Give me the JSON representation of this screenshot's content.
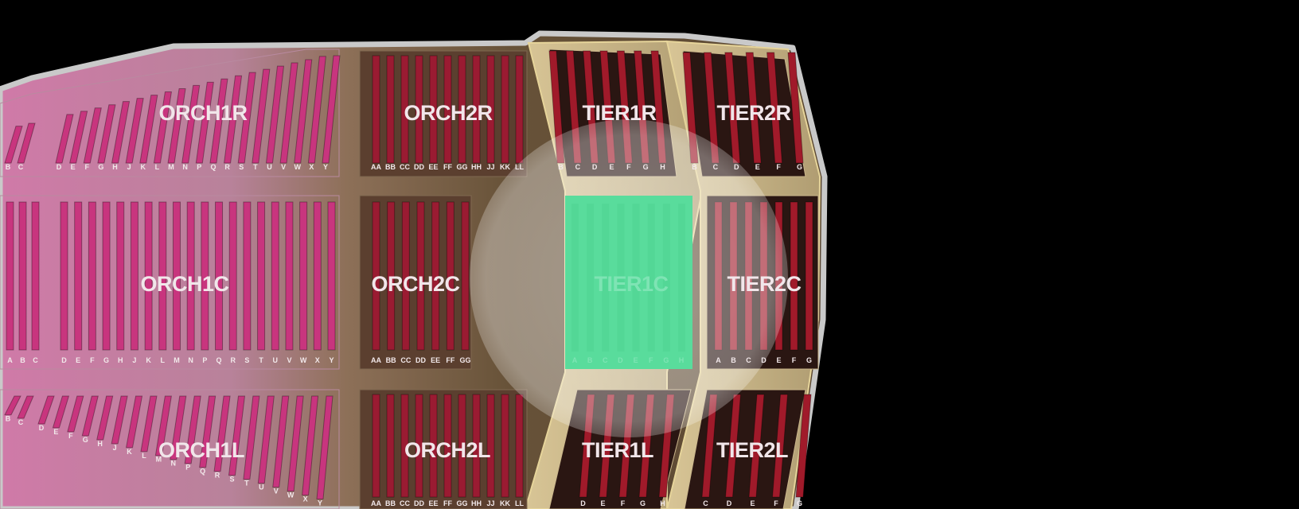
{
  "colors": {
    "background": "#000000",
    "outline": "#c9c9c9",
    "orch1_seat": "#c8357e",
    "orch_seat": "#9a1b32",
    "tier_seat": "#a01a2a",
    "tier_aisle": "#c9b58b",
    "selected": "#59dc9c"
  },
  "selected_section": "TIER1C",
  "sections": {
    "orch1r": {
      "name": "ORCH1R",
      "rows": [
        "B",
        "C",
        "D",
        "E",
        "F",
        "G",
        "H",
        "J",
        "K",
        "L",
        "M",
        "N",
        "P",
        "Q",
        "R",
        "S",
        "T",
        "U",
        "V",
        "W",
        "X",
        "Y"
      ]
    },
    "orch1c": {
      "name": "ORCH1C",
      "rows": [
        "A",
        "B",
        "C",
        "D",
        "E",
        "F",
        "G",
        "H",
        "J",
        "K",
        "L",
        "M",
        "N",
        "P",
        "Q",
        "R",
        "S",
        "T",
        "U",
        "V",
        "W",
        "X",
        "Y"
      ]
    },
    "orch1l": {
      "name": "ORCH1L",
      "rows": [
        "B",
        "C",
        "D",
        "E",
        "F",
        "G",
        "H",
        "J",
        "K",
        "L",
        "M",
        "N",
        "P",
        "Q",
        "R",
        "S",
        "T",
        "U",
        "V",
        "W",
        "X",
        "Y"
      ]
    },
    "orch2r": {
      "name": "ORCH2R",
      "rows": [
        "AA",
        "BB",
        "CC",
        "DD",
        "EE",
        "FF",
        "GG",
        "HH",
        "JJ",
        "KK",
        "LL"
      ]
    },
    "orch2c": {
      "name": "ORCH2C",
      "rows": [
        "AA",
        "BB",
        "CC",
        "DD",
        "EE",
        "FF",
        "GG"
      ]
    },
    "orch2l": {
      "name": "ORCH2L",
      "rows": [
        "AA",
        "BB",
        "CC",
        "DD",
        "EE",
        "FF",
        "GG",
        "HH",
        "JJ",
        "KK",
        "LL"
      ]
    },
    "tier1r": {
      "name": "TIER1R",
      "rows": [
        "B",
        "C",
        "D",
        "E",
        "F",
        "G",
        "H"
      ]
    },
    "tier1c": {
      "name": "TIER1C",
      "rows": [
        "A",
        "B",
        "C",
        "D",
        "E",
        "F",
        "G",
        "H"
      ]
    },
    "tier1l": {
      "name": "TIER1L",
      "rows": [
        "D",
        "E",
        "F",
        "G",
        "H"
      ]
    },
    "tier2r": {
      "name": "TIER2R",
      "rows": [
        "B",
        "C",
        "D",
        "E",
        "F",
        "G"
      ]
    },
    "tier2c": {
      "name": "TIER2C",
      "rows": [
        "A",
        "B",
        "C",
        "D",
        "E",
        "F",
        "G"
      ]
    },
    "tier2l": {
      "name": "TIER2L",
      "rows": [
        "C",
        "D",
        "E",
        "F",
        "G"
      ]
    }
  }
}
